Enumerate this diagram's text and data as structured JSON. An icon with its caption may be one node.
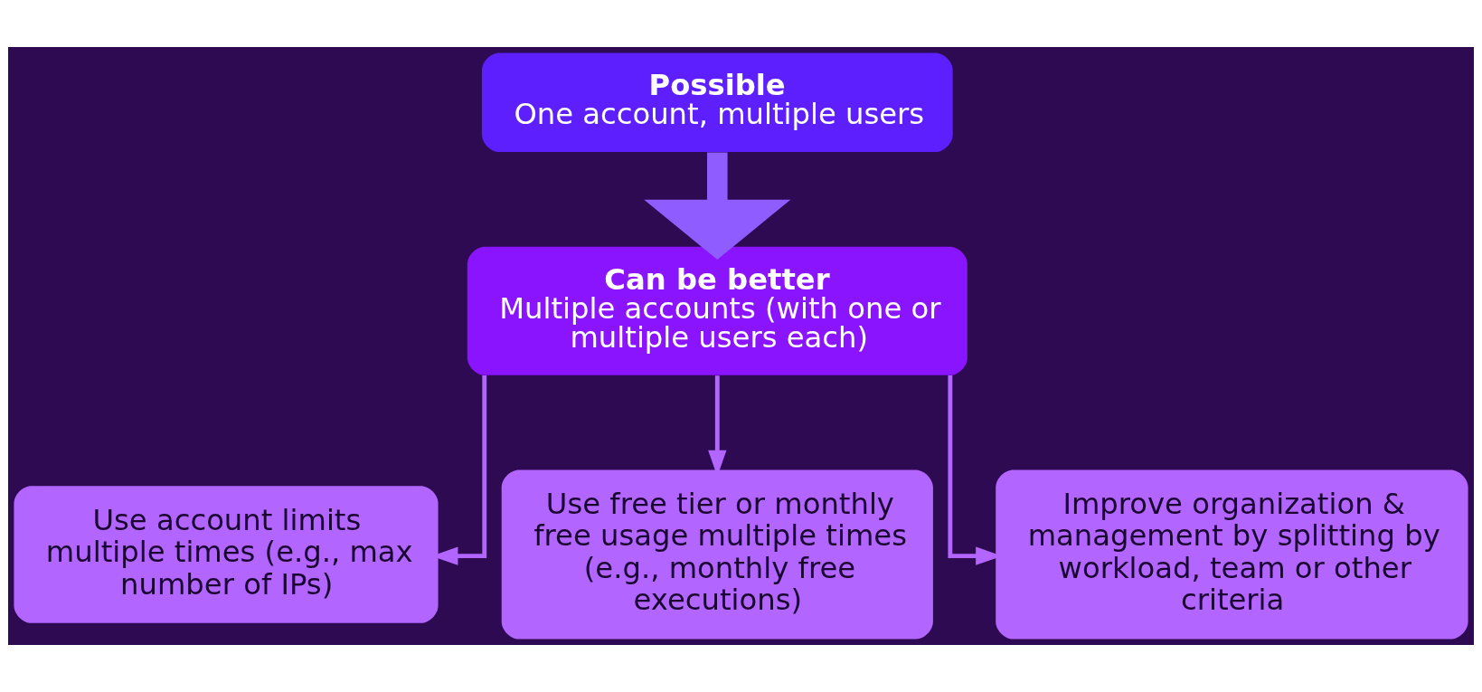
{
  "diagram": {
    "nodes": [
      {
        "text": [
          "Possible",
          "One account, multiple users"
        ]
      },
      {
        "text": [
          "Can be better",
          "Multiple accounts (with one or multiple users each)"
        ]
      },
      {
        "text": [
          "Use account limits multiple times (e.g., max number of IPs)"
        ]
      },
      {
        "text": [
          "Use free tier or monthly free usage multiple times (e.g., monthly free executions)"
        ]
      },
      {
        "text": [
          "Improve organization & management by splitting by workload, team or other criteria"
        ]
      }
    ],
    "edges": [
      {
        "from": 0,
        "to": 1,
        "arrow": "to",
        "style": "thick",
        "color": "#8e5cff"
      },
      {
        "from": 1,
        "to": 2,
        "arrow": "to"
      },
      {
        "from": 1,
        "to": 3,
        "arrow": "to"
      },
      {
        "from": 1,
        "to": 4,
        "arrow": "to"
      }
    ]
  }
}
